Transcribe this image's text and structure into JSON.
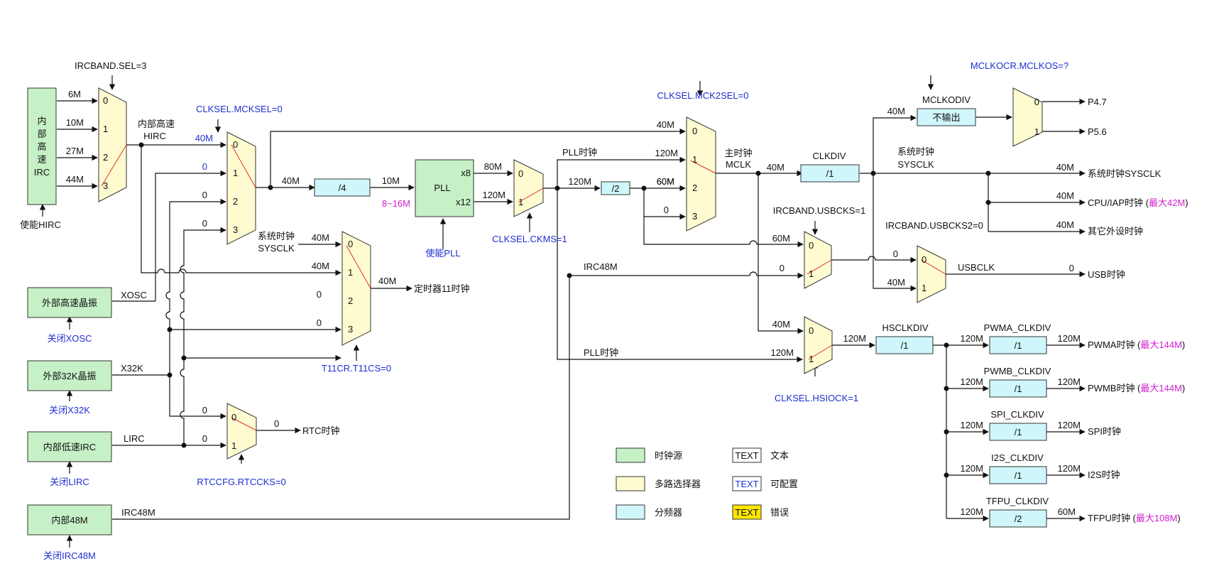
{
  "colors": {
    "source": "#c6f0c6",
    "mux": "#fffbd0",
    "divider": "#cff7fb",
    "error": "#ffe600",
    "configurable_text": "#1f2fd0",
    "limit_text": "#d020d0",
    "selection_line": "#e03030"
  },
  "sources": {
    "hirc": {
      "label_lines": [
        "内",
        "部",
        "高",
        "速",
        "IRC"
      ],
      "enable": "使能HIRC"
    },
    "xosc": {
      "label": "外部高速晶振",
      "enable": "关闭XOSC",
      "out": "XOSC"
    },
    "x32k": {
      "label": "外部32K晶振",
      "enable": "关闭X32K",
      "out": "X32K"
    },
    "lirc": {
      "label": "内部低速IRC",
      "enable": "关闭LIRC",
      "out": "LIRC"
    },
    "irc48": {
      "label": "内部48M",
      "enable": "关闭IRC48M",
      "out": "IRC48M"
    }
  },
  "hirc_mux": {
    "sel": "IRCBAND.SEL=3",
    "ports": [
      "0",
      "1",
      "2",
      "3"
    ],
    "inputs": [
      "6M",
      "10M",
      "27M",
      "44M"
    ],
    "out_label_lines": [
      "内部高速",
      "HIRC"
    ]
  },
  "mcksel_mux": {
    "sel": "CLKSEL.MCKSEL=0",
    "ports": [
      "0",
      "1",
      "2",
      "3"
    ],
    "inputs": [
      "40M",
      "0",
      "0",
      "0"
    ]
  },
  "pll_path": {
    "in_freq": "40M",
    "prediv": "/4",
    "prediv_out": "10M",
    "range": "8~16M",
    "pll": "PLL",
    "mult_hi": "x8",
    "mult_lo": "x12",
    "pll_enable": "使能PLL",
    "pll_out_hi": "80M",
    "pll_out_lo": "120M"
  },
  "ckms_mux": {
    "sel": "CLKSEL.CKMS=1",
    "ports": [
      "0",
      "1"
    ]
  },
  "pll_clock_label": "PLL时钟",
  "pll_clock_label_2": "PLL时钟",
  "div2": {
    "in": "120M",
    "label": "/2",
    "out": "60M"
  },
  "mck2sel_mux": {
    "sel": "CLKSEL.MCK2SEL=0",
    "ports": [
      "0",
      "1",
      "2",
      "3"
    ],
    "inputs": [
      "40M",
      "120M",
      "60M",
      "0"
    ],
    "out_label_lines": [
      "主时钟",
      "MCLK"
    ]
  },
  "timer11": {
    "sel": "T11CR.T11CS=0",
    "ports": [
      "0",
      "1",
      "2",
      "3"
    ],
    "src_label_lines": [
      "系统时钟",
      "SYSCLK"
    ],
    "inputs": [
      "40M",
      "40M",
      "0",
      "0"
    ],
    "out": "40M",
    "dest": "定时器11时钟"
  },
  "rtc": {
    "sel": "RTCCFG.RTCCKS=0",
    "ports": [
      "0",
      "1"
    ],
    "inputs": [
      "0",
      "0"
    ],
    "out": "0",
    "dest": "RTC时钟"
  },
  "clkdiv": {
    "title": "CLKDIV",
    "in": "40M",
    "label": "/1",
    "out_label_lines": [
      "系统时钟",
      "SYSCLK"
    ],
    "outs": [
      {
        "freq": "40M",
        "dest": "系统时钟SYSCLK",
        "limit": ""
      },
      {
        "freq": "40M",
        "dest": "CPU/IAP时钟 (",
        "limit": "最大42M",
        "close": ")"
      },
      {
        "freq": "40M",
        "dest": "其它外设时钟",
        "limit": ""
      }
    ]
  },
  "mclkout": {
    "sel": "MCLKOCR.MCLKOS=?",
    "div_title": "MCLKODIV",
    "in": "40M",
    "div_label": "不输出",
    "ports": [
      "0",
      "1"
    ],
    "pins": [
      "P4.7",
      "P5.6"
    ]
  },
  "usbcks_mux": {
    "sel": "IRCBAND.USBCKS=1",
    "ports": [
      "0",
      "1"
    ],
    "inputs": [
      "60M",
      "0"
    ],
    "irc48_label": "IRC48M"
  },
  "usbcks2_mux": {
    "sel": "IRCBAND.USBCKS2=0",
    "ports": [
      "0",
      "1"
    ],
    "inputs": [
      "0",
      "40M"
    ],
    "out_label": "USBCLK",
    "out": "0",
    "dest": "USB时钟"
  },
  "hsiock_mux": {
    "sel": "CLKSEL.HSIOCK=1",
    "ports": [
      "0",
      "1"
    ],
    "inputs": [
      "40M",
      "120M"
    ],
    "out": "120M"
  },
  "hsclkdiv": {
    "title": "HSCLKDIV",
    "label": "/1"
  },
  "peripheral_divs": [
    {
      "title": "PWMA_CLKDIV",
      "in": "120M",
      "label": "/1",
      "out": "120M",
      "dest": "PWMA时钟 (",
      "limit": "最大144M",
      "close": ")"
    },
    {
      "title": "PWMB_CLKDIV",
      "in": "120M",
      "label": "/1",
      "out": "120M",
      "dest": "PWMB时钟 (",
      "limit": "最大144M",
      "close": ")"
    },
    {
      "title": "SPI_CLKDIV",
      "in": "120M",
      "label": "/1",
      "out": "120M",
      "dest": "SPI时钟",
      "limit": "",
      "close": ""
    },
    {
      "title": "I2S_CLKDIV",
      "in": "120M",
      "label": "/1",
      "out": "120M",
      "dest": "I2S时钟",
      "limit": "",
      "close": ""
    },
    {
      "title": "TFPU_CLKDIV",
      "in": "120M",
      "label": "/2",
      "out": "60M",
      "dest": "TFPU时钟 (",
      "limit": "最大108M",
      "close": ")"
    }
  ],
  "legend": {
    "source": "时钟源",
    "mux": "多路选择器",
    "divider": "分频器",
    "text_box": "TEXT",
    "text_desc": "文本",
    "cfg_box": "TEXT",
    "cfg_desc": "可配置",
    "err_box": "TEXT",
    "err_desc": "错误"
  }
}
